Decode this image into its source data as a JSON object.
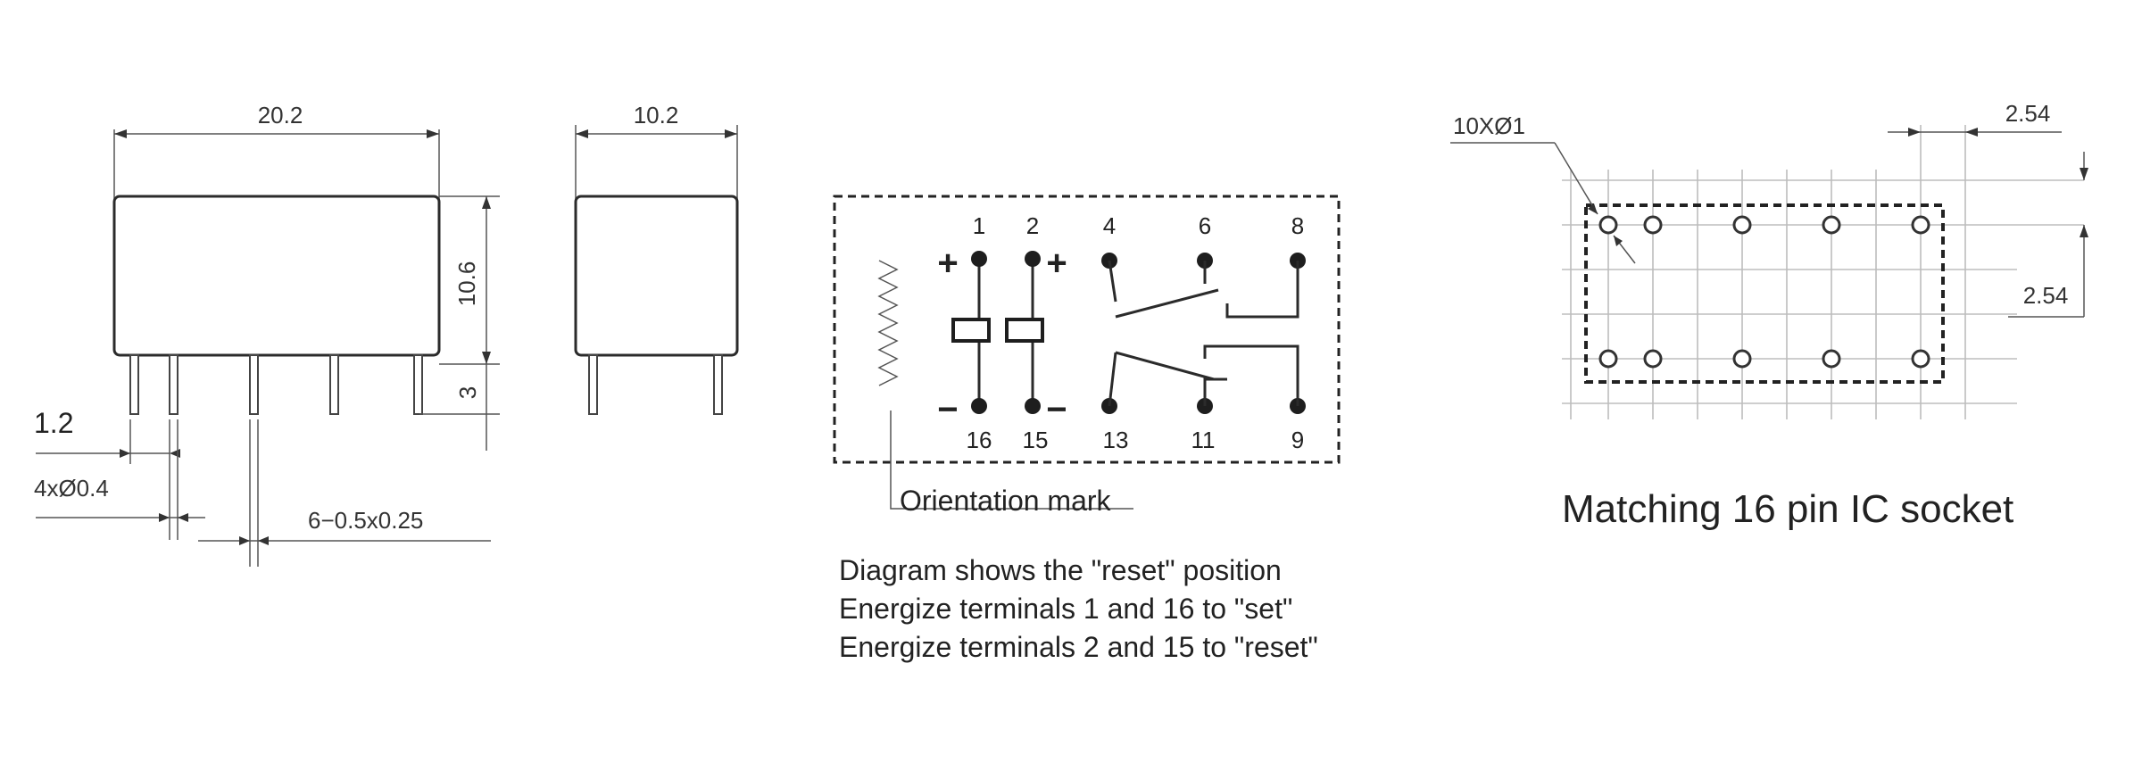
{
  "dimensions": {
    "length": "20.2",
    "width": "10.2",
    "height": "10.6",
    "pin_length": "3",
    "pin_pitch_side": "1.2",
    "round_pins": "4xØ0.4",
    "flat_pins": "6−0.5x0.25"
  },
  "schematic": {
    "pins_top": [
      "1",
      "2",
      "4",
      "6",
      "8"
    ],
    "pins_bottom": [
      "16",
      "15",
      "13",
      "11",
      "9"
    ],
    "signs": {
      "plus": "+",
      "minus": "−"
    },
    "orientation_label": "Orientation mark"
  },
  "notes": [
    "Diagram shows the \"reset\" position",
    "Energize terminals 1 and 16 to \"set\"",
    "Energize terminals 2 and 15 to \"reset\""
  ],
  "socket": {
    "holes_label": "10XØ1",
    "pitch_h": "2.54",
    "pitch_v": "2.54",
    "caption": "Matching 16 pin IC socket"
  }
}
